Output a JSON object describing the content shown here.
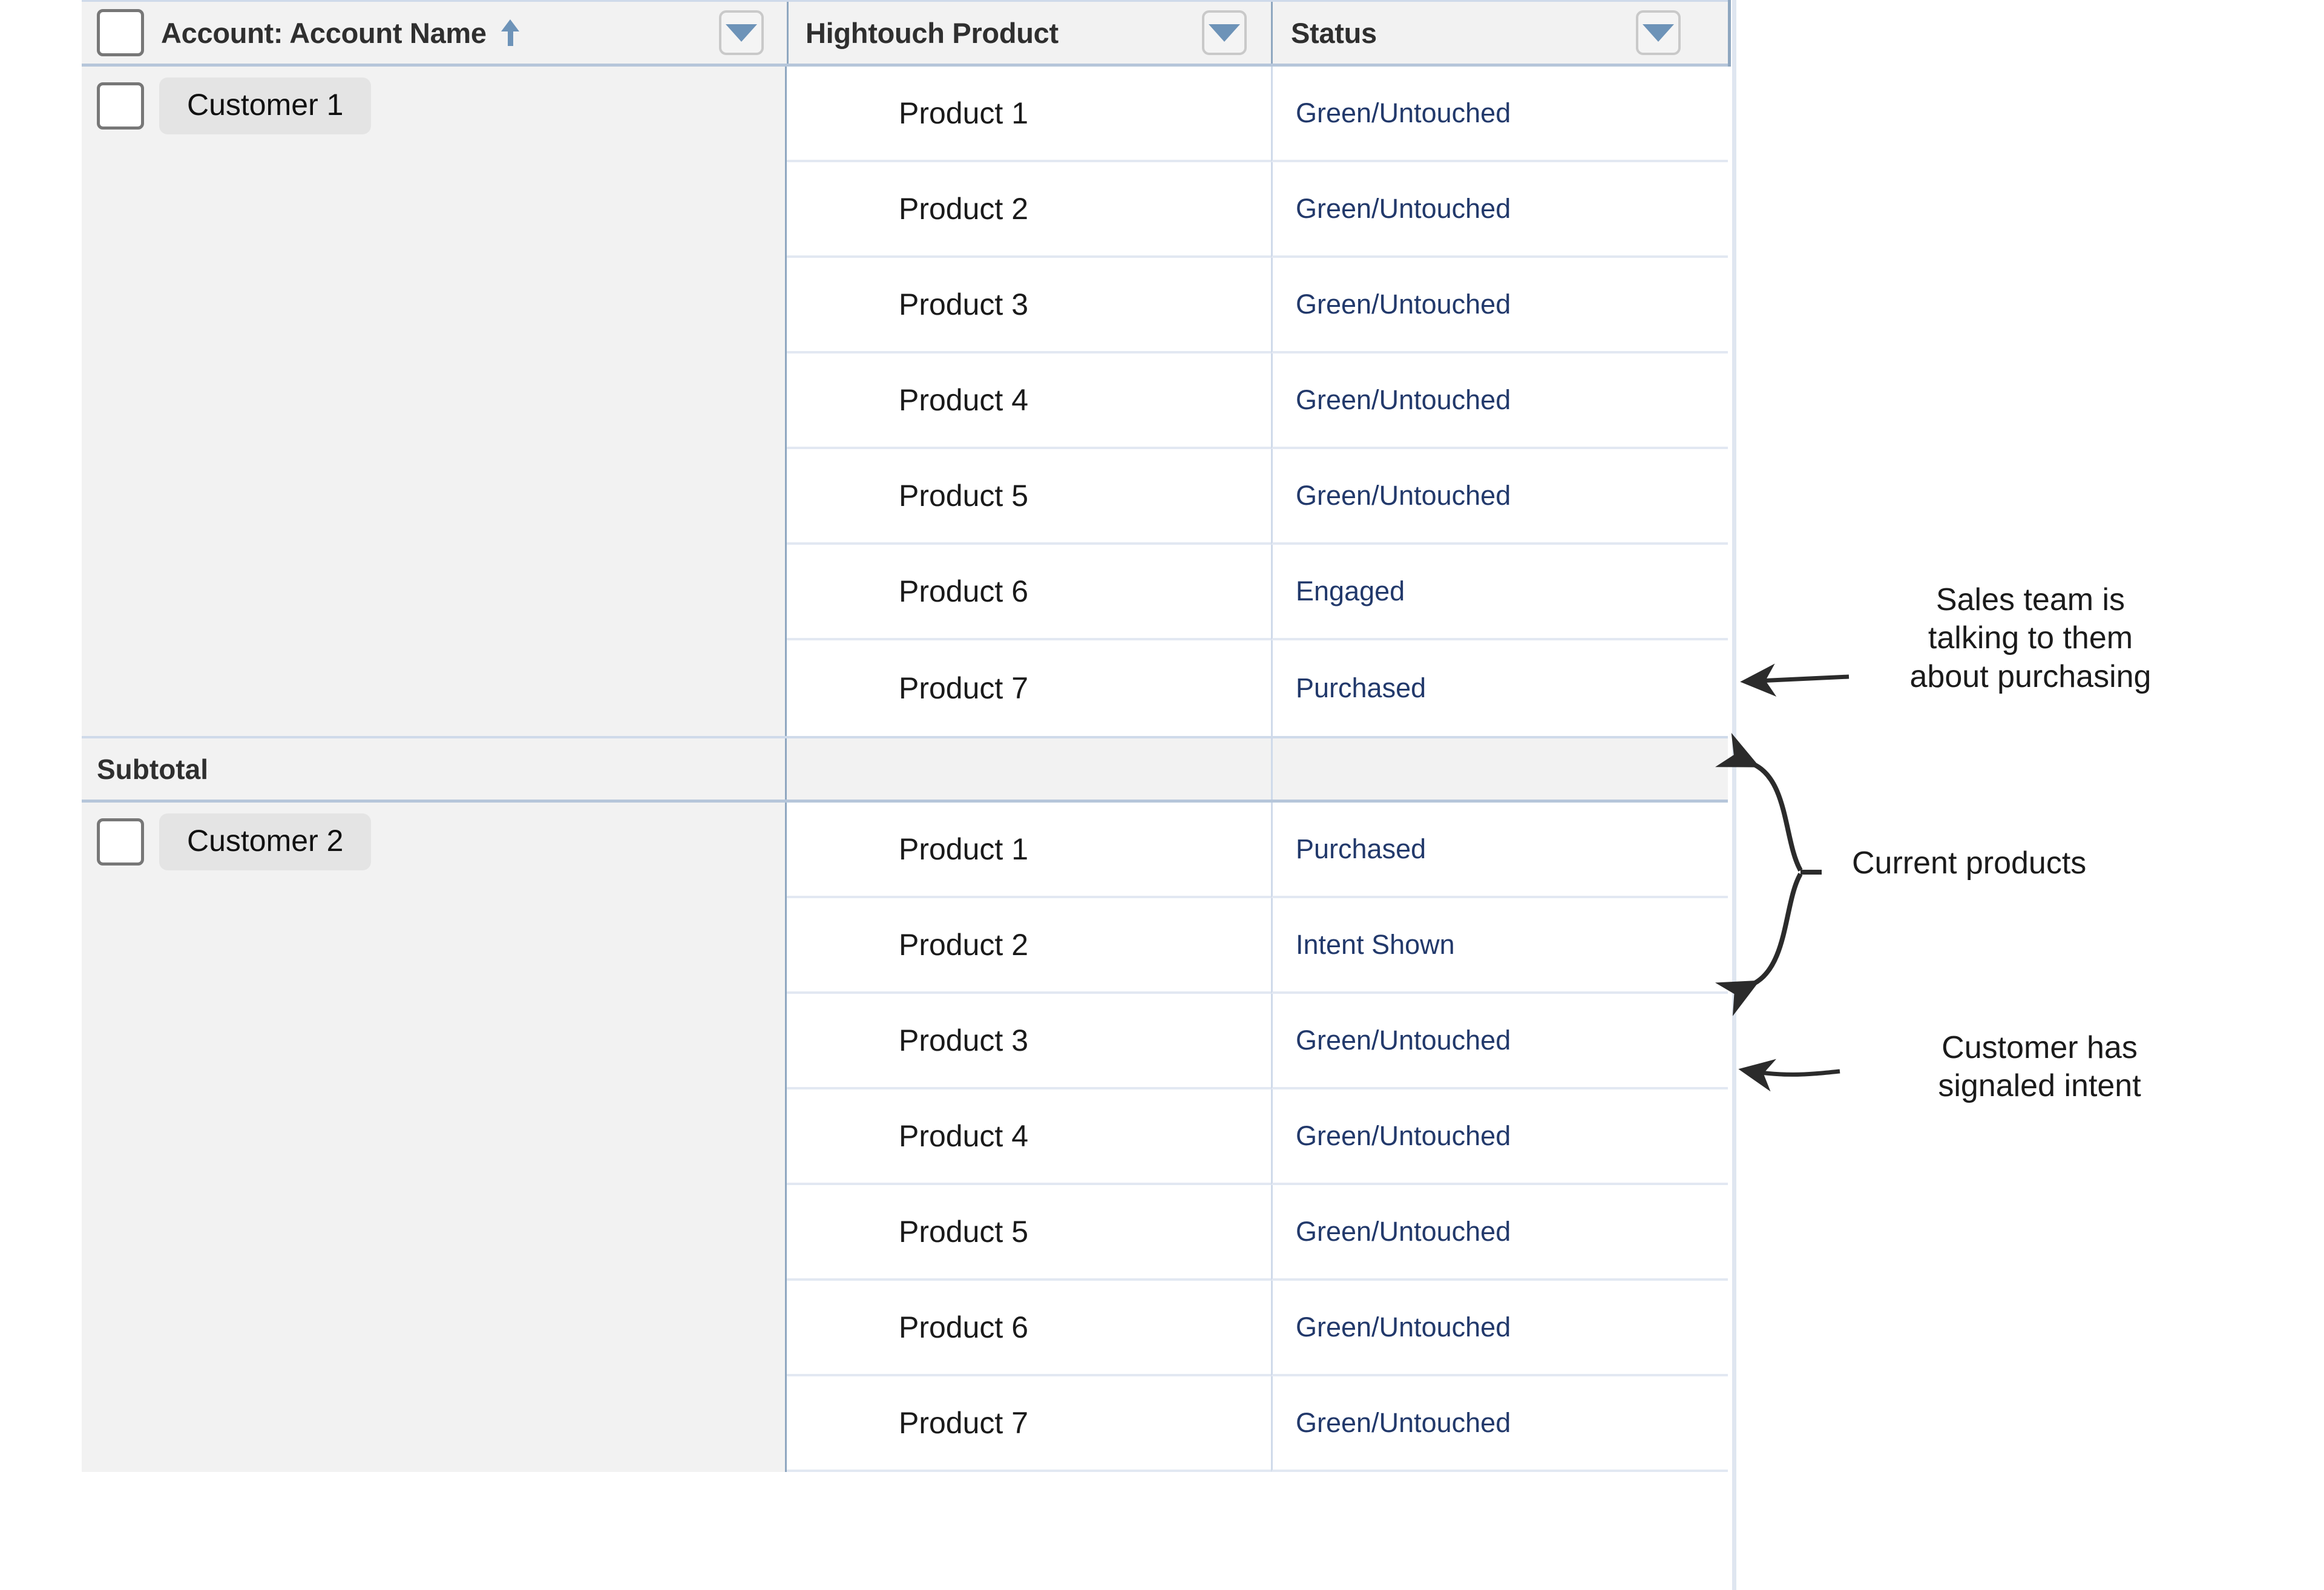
{
  "table": {
    "columns": [
      {
        "key": "account",
        "label": "Account: Account Name",
        "sorted": "ascending",
        "has_filter": true
      },
      {
        "key": "product",
        "label": "Hightouch Product",
        "has_filter": true
      },
      {
        "key": "status",
        "label": "Status",
        "has_filter": true
      }
    ],
    "select_all_checkbox": false,
    "groups": [
      {
        "account": "Customer 1",
        "checkbox": false,
        "rows": [
          {
            "product": "Product 1",
            "status": "Green/Untouched"
          },
          {
            "product": "Product 2",
            "status": "Green/Untouched"
          },
          {
            "product": "Product 3",
            "status": "Green/Untouched"
          },
          {
            "product": "Product 4",
            "status": "Green/Untouched"
          },
          {
            "product": "Product 5",
            "status": "Green/Untouched"
          },
          {
            "product": "Product 6",
            "status": "Engaged"
          },
          {
            "product": "Product 7",
            "status": "Purchased"
          }
        ],
        "subtotal_label": "Subtotal"
      },
      {
        "account": "Customer 2",
        "checkbox": false,
        "rows": [
          {
            "product": "Product 1",
            "status": "Purchased"
          },
          {
            "product": "Product 2",
            "status": "Intent Shown"
          },
          {
            "product": "Product 3",
            "status": "Green/Untouched"
          },
          {
            "product": "Product 4",
            "status": "Green/Untouched"
          },
          {
            "product": "Product 5",
            "status": "Green/Untouched"
          },
          {
            "product": "Product 6",
            "status": "Green/Untouched"
          },
          {
            "product": "Product 7",
            "status": "Green/Untouched"
          }
        ]
      }
    ]
  },
  "annotations": [
    {
      "id": "engaged",
      "text": "Sales team is\ntalking to them\nabout purchasing"
    },
    {
      "id": "current",
      "text": "Current products"
    },
    {
      "id": "intent",
      "text": "Customer has\nsignaled intent"
    }
  ],
  "colors": {
    "status_text": "#22396b",
    "header_bg": "#f2f2f2",
    "account_col_bg": "#f2f2f2",
    "grid_line": "#e2e8f2",
    "column_divider": "#8fa7c0",
    "accent_blue": "#6d93b8",
    "pill_bg": "#e4e4e4",
    "annotation_text": "#1b1b1b"
  },
  "icons": {
    "sort_ascending": "arrow-up-icon",
    "filter_dropdown": "chevron-down-icon",
    "checkbox": "checkbox-icon"
  }
}
